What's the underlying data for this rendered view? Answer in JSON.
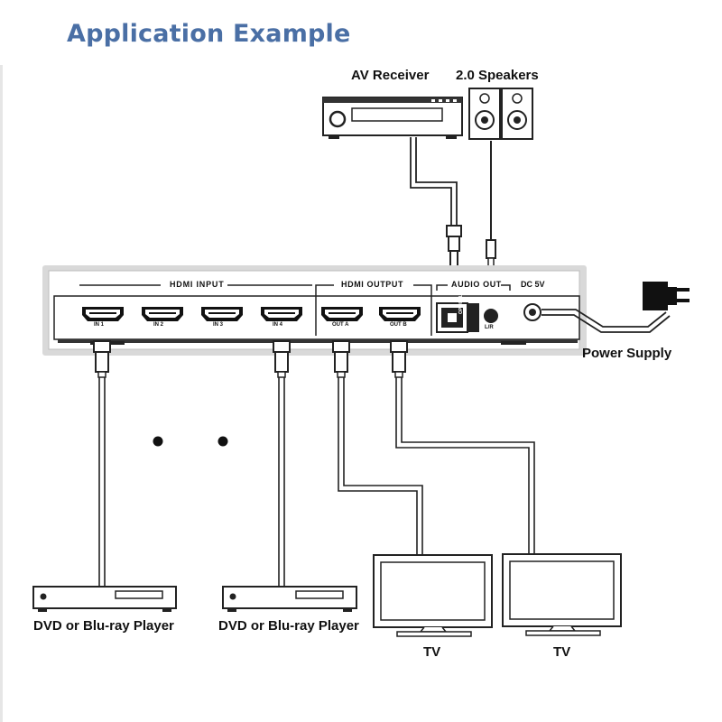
{
  "title": "Application Example",
  "colors": {
    "title": "#4a6fa5",
    "device_frame": "#d9d9d9",
    "line": "#222222"
  },
  "devices": {
    "av_receiver": {
      "label": "AV Receiver",
      "icon": "av-receiver-icon"
    },
    "speakers": {
      "label": "2.0 Speakers",
      "icon": "speakers-icon"
    },
    "power_supply": {
      "label": "Power Supply",
      "icon": "power-adapter-icon"
    },
    "player_1": {
      "label": "DVD or Blu-ray Player",
      "icon": "disc-player-icon"
    },
    "player_2": {
      "label": "DVD or Blu-ray Player",
      "icon": "disc-player-icon"
    },
    "tv_1": {
      "label": "TV",
      "icon": "tv-icon"
    },
    "tv_2": {
      "label": "TV",
      "icon": "tv-icon"
    }
  },
  "switcher": {
    "hdmi_input_label": "HDMI INPUT",
    "hdmi_output_label": "HDMI OUTPUT",
    "audio_out_label": "AUDIO OUT",
    "dc_label": "DC 5V",
    "optical_label": "OPTICAL",
    "lr_label": "L/R",
    "ports": {
      "in1": "IN 1",
      "in2": "IN 2",
      "in3": "IN 3",
      "in4": "IN 4",
      "outa": "OUT A",
      "outb": "OUT B"
    }
  }
}
